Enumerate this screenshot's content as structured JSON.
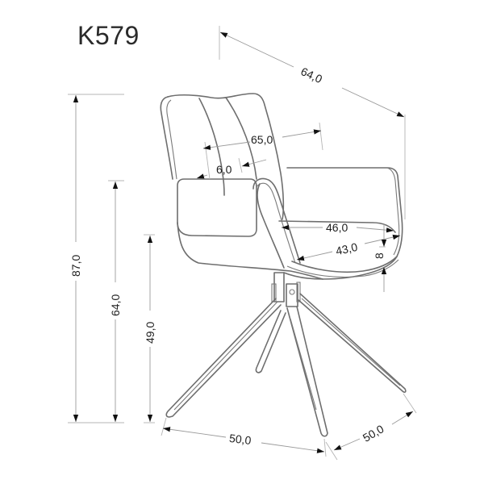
{
  "title": "K579",
  "drawing": {
    "subject": "chair technical dimension drawing",
    "unit_note": "",
    "colors": {
      "outline": "#6e6e6e",
      "dimension_line": "#9a9a9a",
      "arrow": "#111111",
      "text": "#1e1e1e",
      "background": "#ffffff"
    }
  },
  "dimensions": {
    "depth_top": {
      "label": "64,0",
      "meaning": "overall depth"
    },
    "backrest_width": {
      "label": "65,0",
      "meaning": "backrest / overall width"
    },
    "backrest_thickness": {
      "label": "6,0",
      "meaning": "backrest thickness"
    },
    "seat_width": {
      "label": "46,0",
      "meaning": "seat width"
    },
    "seat_depth": {
      "label": "43,0",
      "meaning": "seat depth"
    },
    "seat_thickness": {
      "label": "8",
      "meaning": "seat thickness"
    },
    "total_height": {
      "label": "87,0",
      "meaning": "overall height"
    },
    "armrest_height": {
      "label": "64,0",
      "meaning": "armrest height"
    },
    "seat_height": {
      "label": "49,0",
      "meaning": "seat height"
    },
    "base_front": {
      "label": "50,0",
      "meaning": "base width (front)"
    },
    "base_side": {
      "label": "50,0",
      "meaning": "base depth (side)"
    }
  }
}
